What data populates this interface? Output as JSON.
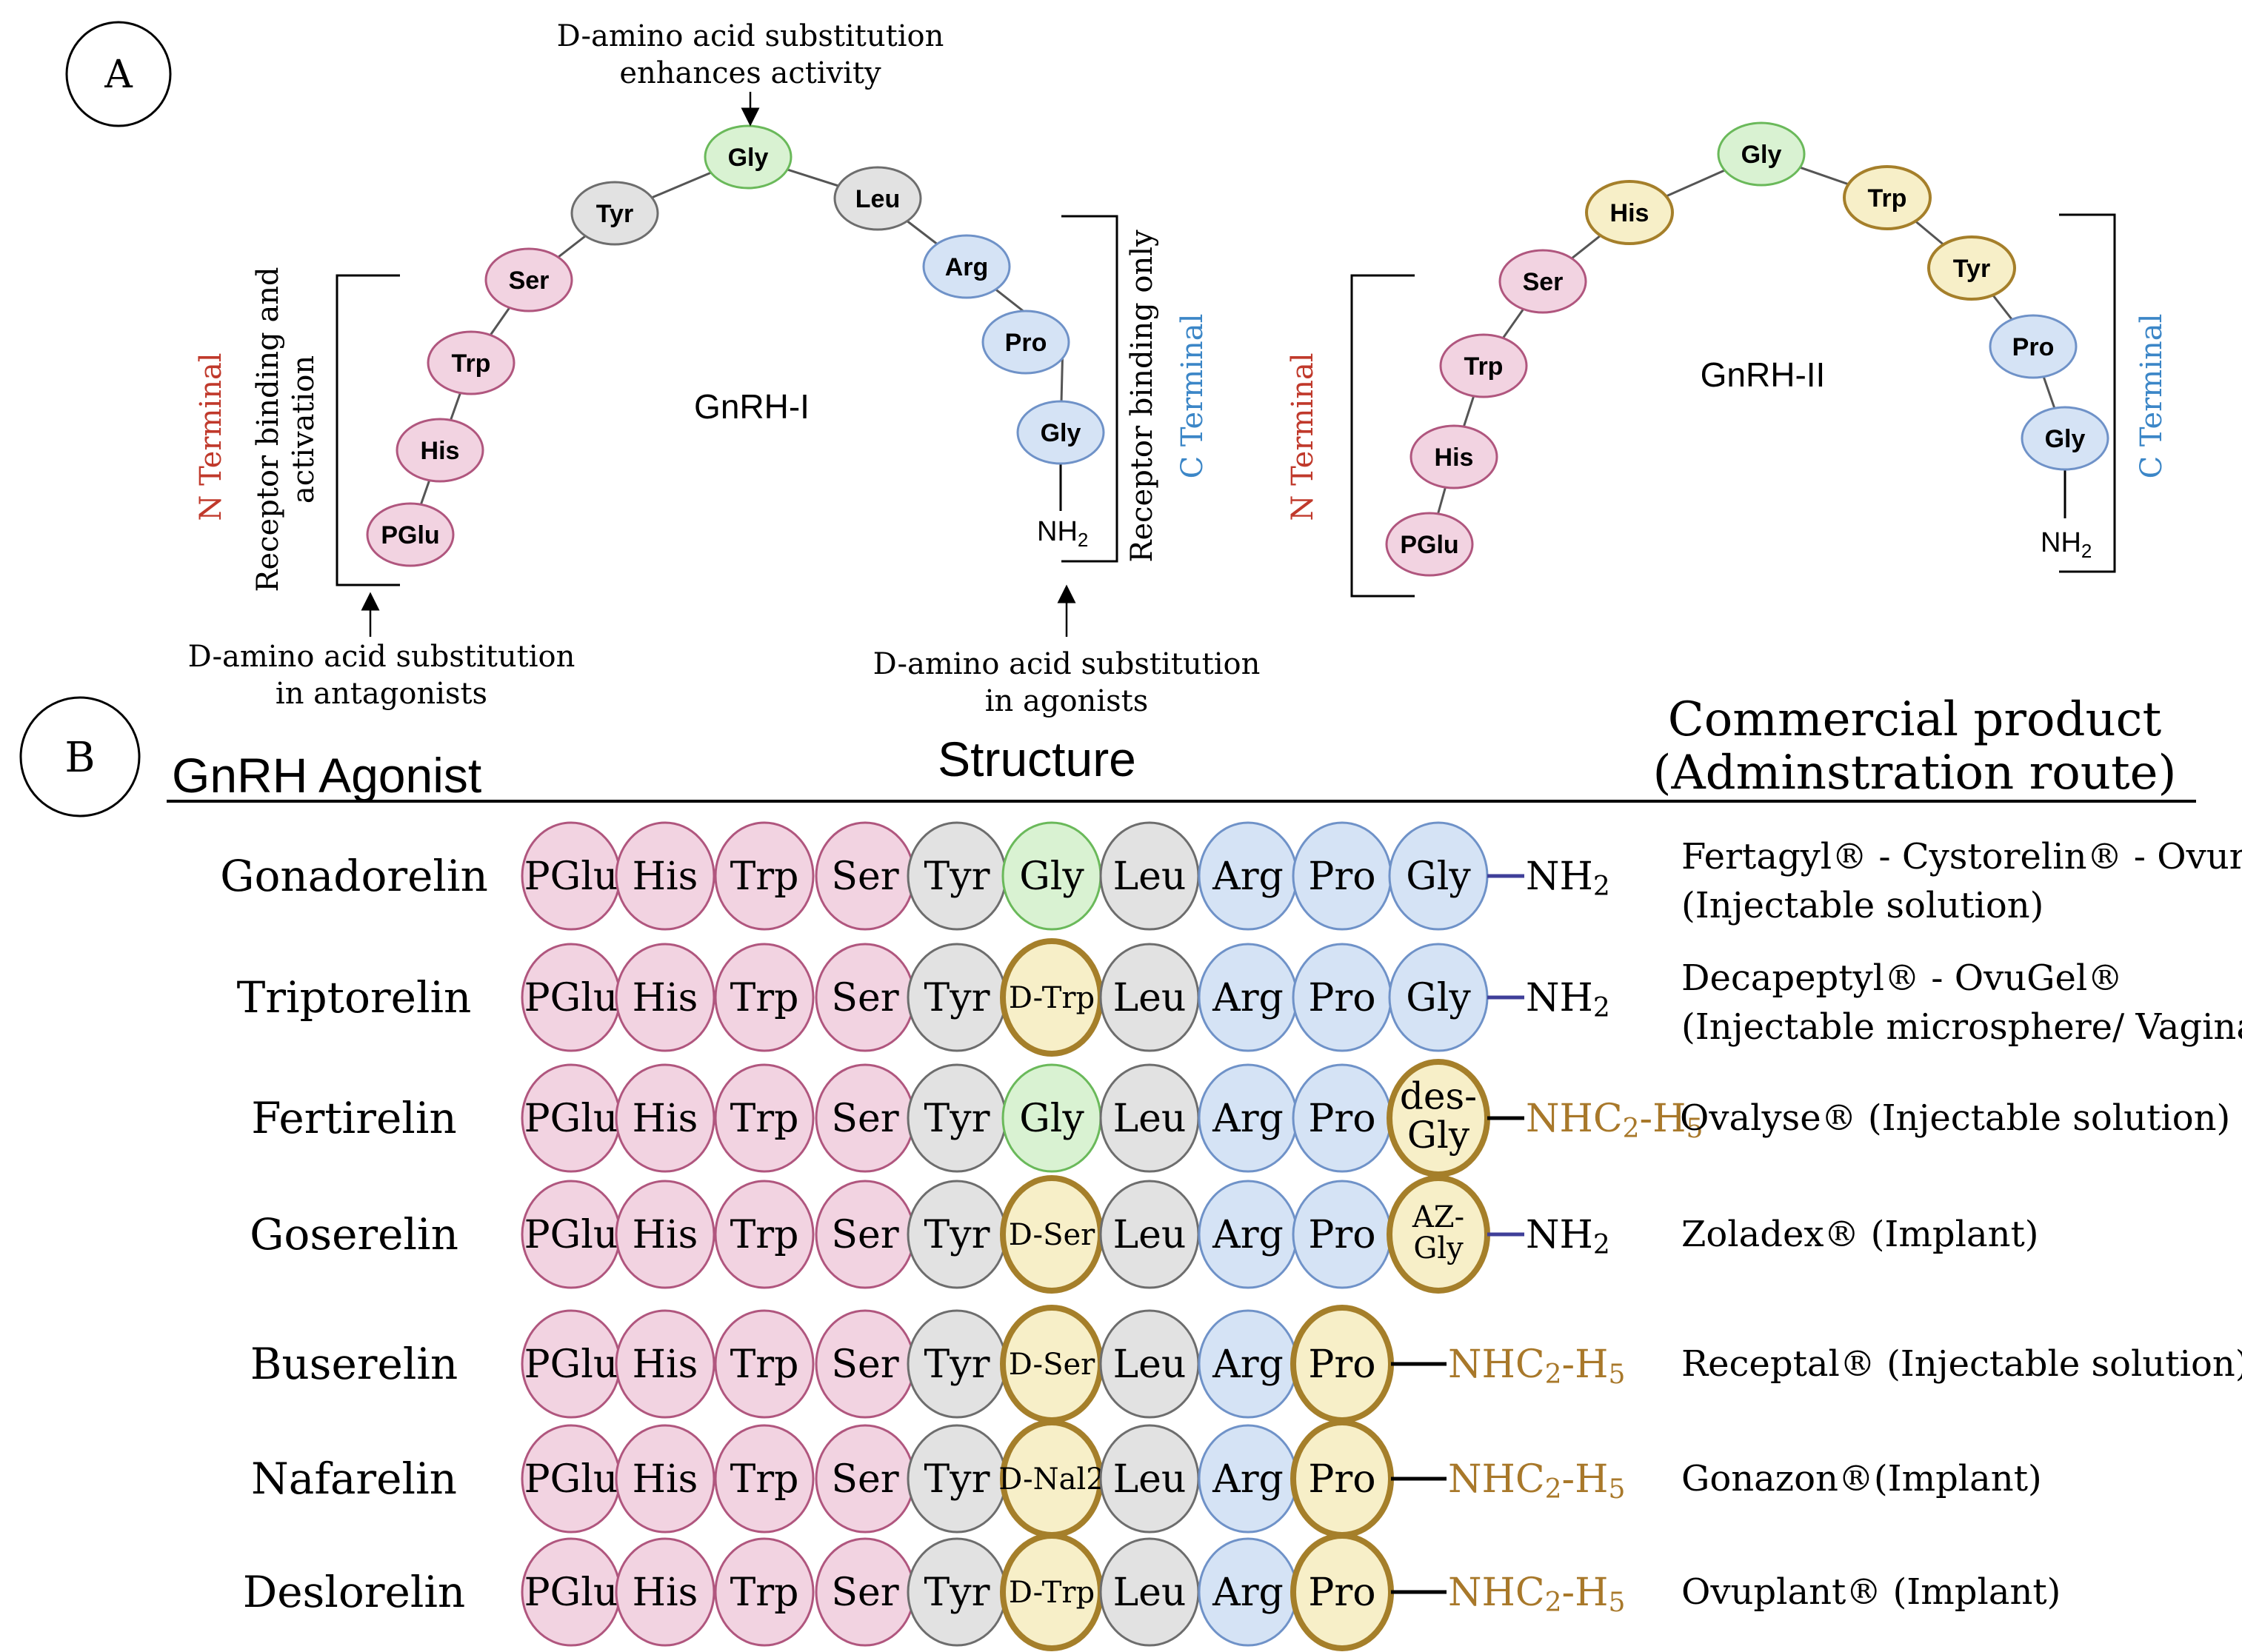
{
  "panel_a": {
    "label": "A",
    "gnrh1": {
      "title": "GnRH-I",
      "residues": [
        "PGlu",
        "His",
        "Trp",
        "Ser",
        "Tyr",
        "Gly",
        "Leu",
        "Arg",
        "Pro",
        "Gly"
      ],
      "nh2": "NH",
      "nh2_sub": "2",
      "top_annotation": [
        "D-amino acid substitution",
        "enhances activity"
      ],
      "left_bracket_label": [
        "Receptor binding and",
        "activation"
      ],
      "right_bracket_label": "Receptor binding only",
      "n_terminal": "N Terminal",
      "c_terminal": "C Terminal",
      "bottom_left_annotation": [
        "D-amino acid substitution",
        "in antagonists"
      ],
      "bottom_right_annotation": [
        "D-amino acid substitution",
        "in agonists"
      ]
    },
    "gnrh2": {
      "title": "GnRH-II",
      "residues": [
        "PGlu",
        "His",
        "Trp",
        "Ser",
        "His",
        "Gly",
        "Trp",
        "Tyr",
        "Pro",
        "Gly"
      ],
      "nh2": "NH",
      "nh2_sub": "2",
      "n_terminal": "N Terminal",
      "c_terminal": "C Terminal"
    }
  },
  "panel_b": {
    "label": "B",
    "header_agonist": "GnRH Agonist",
    "header_structure": "Structure",
    "header_product": [
      "Commercial product",
      "(Adminstration route)"
    ],
    "rows": [
      {
        "name": "Gonadorelin",
        "residues": [
          {
            "label": "PGlu",
            "kind": "pink"
          },
          {
            "label": "His",
            "kind": "pink"
          },
          {
            "label": "Trp",
            "kind": "pink"
          },
          {
            "label": "Ser",
            "kind": "pink"
          },
          {
            "label": "Tyr",
            "kind": "gray"
          },
          {
            "label": "Gly",
            "kind": "green"
          },
          {
            "label": "Leu",
            "kind": "gray"
          },
          {
            "label": "Arg",
            "kind": "blue"
          },
          {
            "label": "Pro",
            "kind": "blue"
          },
          {
            "label": "Gly",
            "kind": "blue"
          }
        ],
        "terminal": {
          "main": "NH",
          "sub": "2",
          "tail": "",
          "tail_sub": "",
          "style": "blue"
        },
        "product": [
          "Fertagyl®  - Cystorelin® - Ovurelin®",
          "(Injectable solution)"
        ]
      },
      {
        "name": "Triptorelin",
        "residues": [
          {
            "label": "PGlu",
            "kind": "pink"
          },
          {
            "label": "His",
            "kind": "pink"
          },
          {
            "label": "Trp",
            "kind": "pink"
          },
          {
            "label": "Ser",
            "kind": "pink"
          },
          {
            "label": "Tyr",
            "kind": "gray"
          },
          {
            "label": "D-Trp",
            "kind": "gold"
          },
          {
            "label": "Leu",
            "kind": "gray"
          },
          {
            "label": "Arg",
            "kind": "blue"
          },
          {
            "label": "Pro",
            "kind": "blue"
          },
          {
            "label": "Gly",
            "kind": "blue"
          }
        ],
        "terminal": {
          "main": "NH",
          "sub": "2",
          "tail": "",
          "tail_sub": "",
          "style": "blue"
        },
        "product": [
          "Decapeptyl® - OvuGel®",
          "(Injectable microsphere/ Vaginal gel"
        ]
      },
      {
        "name": "Fertirelin",
        "residues": [
          {
            "label": "PGlu",
            "kind": "pink"
          },
          {
            "label": "His",
            "kind": "pink"
          },
          {
            "label": "Trp",
            "kind": "pink"
          },
          {
            "label": "Ser",
            "kind": "pink"
          },
          {
            "label": "Tyr",
            "kind": "gray"
          },
          {
            "label": "Gly",
            "kind": "green"
          },
          {
            "label": "Leu",
            "kind": "gray"
          },
          {
            "label": "Arg",
            "kind": "blue"
          },
          {
            "label": "Pro",
            "kind": "blue"
          },
          {
            "label": "des-Gly",
            "kind": "gold"
          }
        ],
        "terminal": {
          "main": "NHC",
          "sub": "2",
          "tail": "-H",
          "tail_sub": "5",
          "style": "gold"
        },
        "product": [
          "Ovalyse® (Injectable solution)"
        ]
      },
      {
        "name": "Goserelin",
        "residues": [
          {
            "label": "PGlu",
            "kind": "pink"
          },
          {
            "label": "His",
            "kind": "pink"
          },
          {
            "label": "Trp",
            "kind": "pink"
          },
          {
            "label": "Ser",
            "kind": "pink"
          },
          {
            "label": "Tyr",
            "kind": "gray"
          },
          {
            "label": "D-Ser",
            "kind": "gold"
          },
          {
            "label": "Leu",
            "kind": "gray"
          },
          {
            "label": "Arg",
            "kind": "blue"
          },
          {
            "label": "Pro",
            "kind": "blue"
          },
          {
            "label": "AZ-Gly",
            "kind": "gold"
          }
        ],
        "terminal": {
          "main": "NH",
          "sub": "2",
          "tail": "",
          "tail_sub": "",
          "style": "blue"
        },
        "product": [
          "Zoladex® (Implant)"
        ]
      },
      {
        "name": "Buserelin",
        "residues": [
          {
            "label": "PGlu",
            "kind": "pink"
          },
          {
            "label": "His",
            "kind": "pink"
          },
          {
            "label": "Trp",
            "kind": "pink"
          },
          {
            "label": "Ser",
            "kind": "pink"
          },
          {
            "label": "Tyr",
            "kind": "gray"
          },
          {
            "label": "D-Ser",
            "kind": "gold"
          },
          {
            "label": "Leu",
            "kind": "gray"
          },
          {
            "label": "Arg",
            "kind": "blue"
          },
          {
            "label": "Pro",
            "kind": "gold"
          }
        ],
        "terminal": {
          "main": "NHC",
          "sub": "2",
          "tail": "-H",
          "tail_sub": "5",
          "style": "gold"
        },
        "product": [
          "Receptal® (Injectable solution)"
        ]
      },
      {
        "name": "Nafarelin",
        "residues": [
          {
            "label": "PGlu",
            "kind": "pink"
          },
          {
            "label": "His",
            "kind": "pink"
          },
          {
            "label": "Trp",
            "kind": "pink"
          },
          {
            "label": "Ser",
            "kind": "pink"
          },
          {
            "label": "Tyr",
            "kind": "gray"
          },
          {
            "label": "D-Nal2",
            "kind": "gold"
          },
          {
            "label": "Leu",
            "kind": "gray"
          },
          {
            "label": "Arg",
            "kind": "blue"
          },
          {
            "label": "Pro",
            "kind": "gold"
          }
        ],
        "terminal": {
          "main": "NHC",
          "sub": "2",
          "tail": "-H",
          "tail_sub": "5",
          "style": "gold"
        },
        "product": [
          "Gonazon®(Implant)"
        ]
      },
      {
        "name": "Deslorelin",
        "residues": [
          {
            "label": "PGlu",
            "kind": "pink"
          },
          {
            "label": "His",
            "kind": "pink"
          },
          {
            "label": "Trp",
            "kind": "pink"
          },
          {
            "label": "Ser",
            "kind": "pink"
          },
          {
            "label": "Tyr",
            "kind": "gray"
          },
          {
            "label": "D-Trp",
            "kind": "gold"
          },
          {
            "label": "Leu",
            "kind": "gray"
          },
          {
            "label": "Arg",
            "kind": "blue"
          },
          {
            "label": "Pro",
            "kind": "gold"
          }
        ],
        "terminal": {
          "main": "NHC",
          "sub": "2",
          "tail": "-H",
          "tail_sub": "5",
          "style": "gold"
        },
        "product": [
          "Ovuplant® (Implant)"
        ]
      }
    ]
  },
  "colors": {
    "pink_fill": "#f2d3e1",
    "pink_stroke": "#b0567e",
    "gray_fill": "#e2e2e2",
    "gray_stroke": "#6d6d6d",
    "green_fill": "#d9f2d2",
    "green_stroke": "#6ab95a",
    "blue_fill": "#d5e3f5",
    "blue_stroke": "#6f92c8",
    "gold_fill": "#f7efc8",
    "gold_stroke": "#a57f2a",
    "n_terminal": "#c0392b",
    "c_terminal": "#3b86c7",
    "gold_text": "#a8782a",
    "line_blue": "#3f3f99"
  }
}
